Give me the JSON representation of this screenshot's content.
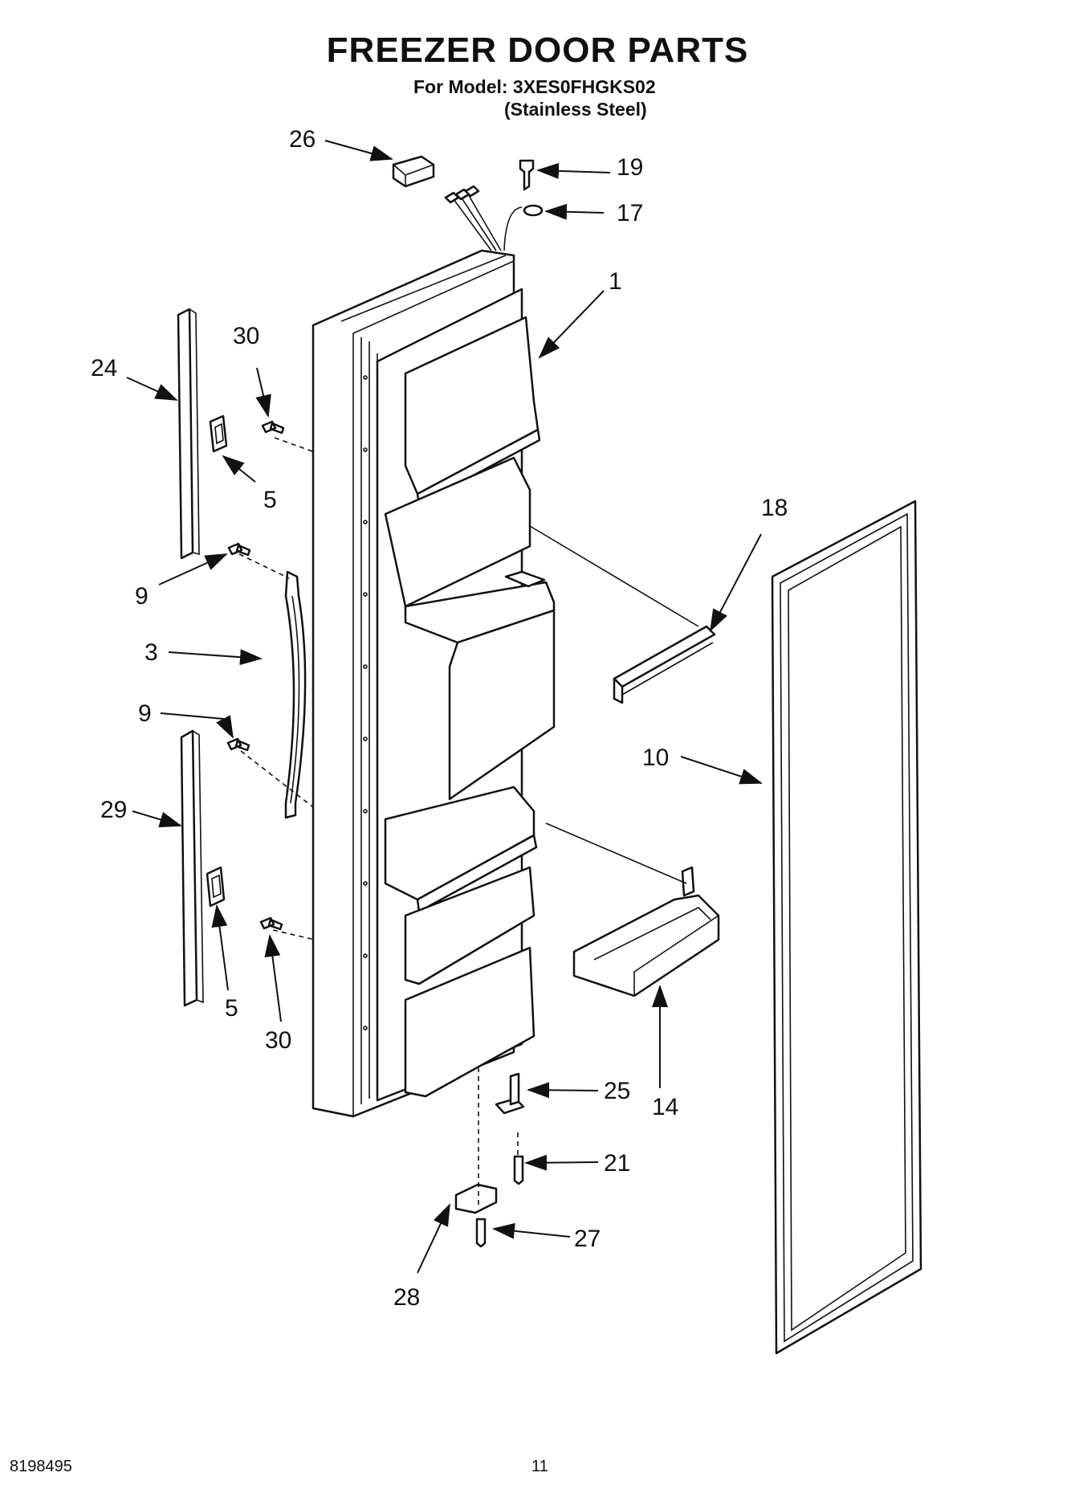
{
  "header": {
    "title": "FREEZER DOOR PARTS",
    "model_line": "For Model: 3XES0FHGKS02",
    "finish_line": "(Stainless Steel)"
  },
  "callouts": {
    "c26": "26",
    "c19": "19",
    "c17": "17",
    "c1": "1",
    "c30a": "30",
    "c24": "24",
    "c5a": "5",
    "c18": "18",
    "c9a": "9",
    "c3": "3",
    "c9b": "9",
    "c10": "10",
    "c29": "29",
    "c5b": "5",
    "c30b": "30",
    "c25": "25",
    "c14": "14",
    "c21": "21",
    "c27": "27",
    "c28": "28"
  },
  "footer": {
    "doc_number": "8198495",
    "page_number": "11"
  }
}
